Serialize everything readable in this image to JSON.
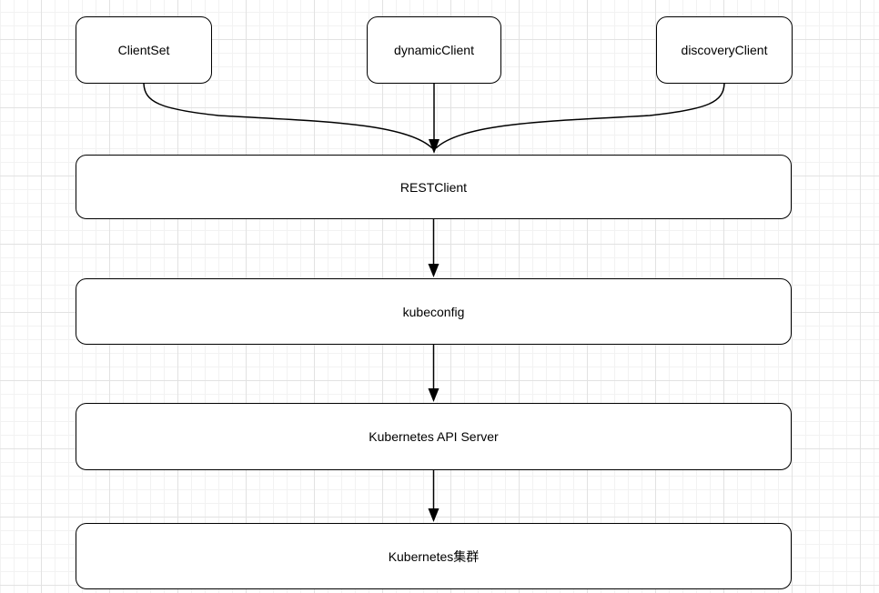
{
  "nodes": {
    "clientset": {
      "label": "ClientSet"
    },
    "dynamic_client": {
      "label": "dynamicClient"
    },
    "discovery_client": {
      "label": "discoveryClient"
    },
    "rest_client": {
      "label": "RESTClient"
    },
    "kubeconfig": {
      "label": "kubeconfig"
    },
    "api_server": {
      "label": "Kubernetes API Server"
    },
    "cluster": {
      "label": "Kubernetes集群"
    }
  },
  "edges": [
    {
      "from": "ClientSet",
      "to": "RESTClient"
    },
    {
      "from": "dynamicClient",
      "to": "RESTClient"
    },
    {
      "from": "discoveryClient",
      "to": "RESTClient"
    },
    {
      "from": "RESTClient",
      "to": "kubeconfig"
    },
    {
      "from": "kubeconfig",
      "to": "Kubernetes API Server"
    },
    {
      "from": "Kubernetes API Server",
      "to": "Kubernetes集群"
    }
  ],
  "colors": {
    "canvas_bg": "#ffffff",
    "grid_minor": "#f2f2f2",
    "grid_major": "#e2e2e2",
    "node_fill": "#ffffff",
    "node_border": "#000000",
    "edge_color": "#000000"
  }
}
